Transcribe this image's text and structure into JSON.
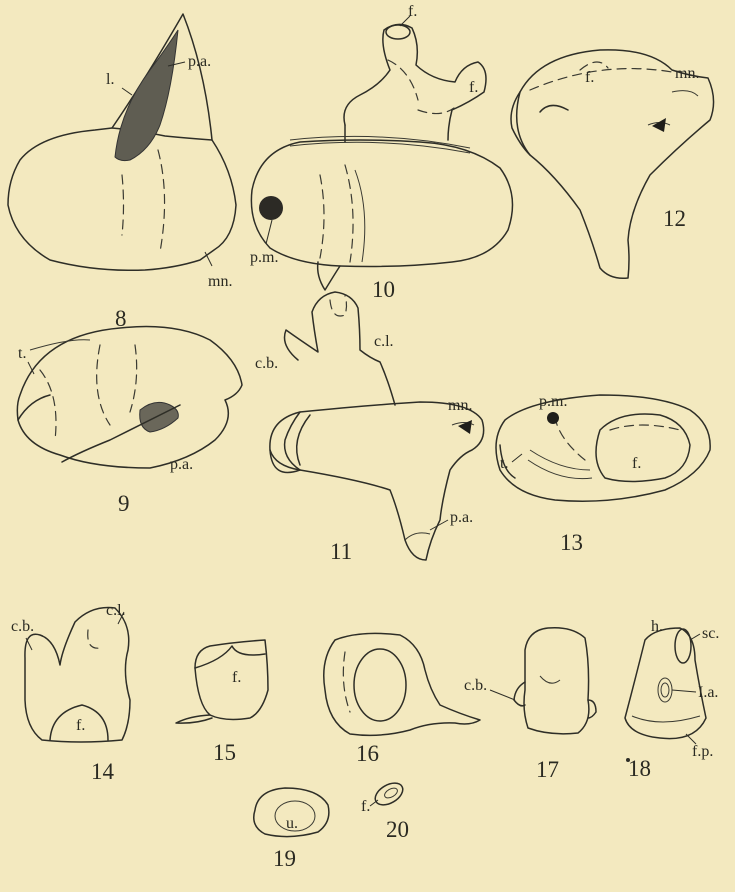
{
  "figures": [
    {
      "number": "8",
      "labels": [
        "l.",
        "p.a.",
        "mn."
      ]
    },
    {
      "number": "9",
      "labels": [
        "t.",
        "p.a."
      ]
    },
    {
      "number": "10",
      "labels": [
        "f.",
        "f.",
        "p.m."
      ]
    },
    {
      "number": "11",
      "labels": [
        "c.b.",
        "c.l.",
        "mn.",
        "p.a."
      ]
    },
    {
      "number": "12",
      "labels": [
        "f.",
        "mn."
      ]
    },
    {
      "number": "13",
      "labels": [
        "p.m.",
        "t.",
        "f."
      ]
    },
    {
      "number": "14",
      "labels": [
        "c.b.",
        "c.l.",
        "f."
      ]
    },
    {
      "number": "15",
      "labels": [
        "f."
      ]
    },
    {
      "number": "16",
      "labels": []
    },
    {
      "number": "17",
      "labels": [
        "c.b."
      ]
    },
    {
      "number": "18",
      "labels": [
        "h.",
        "sc.",
        "I.a.",
        "f.p."
      ]
    },
    {
      "number": "19",
      "labels": [
        "u."
      ]
    },
    {
      "number": "20",
      "labels": [
        "f."
      ]
    }
  ]
}
